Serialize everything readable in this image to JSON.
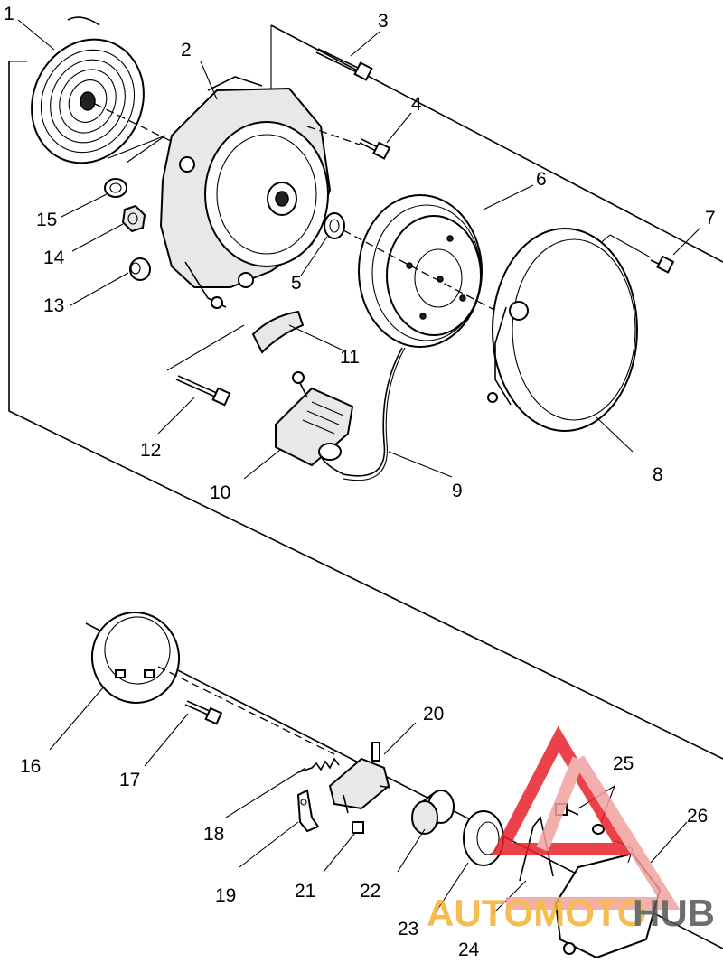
{
  "callouts": [
    {
      "id": "p1",
      "label": "1"
    },
    {
      "id": "p2",
      "label": "2"
    },
    {
      "id": "p3",
      "label": "3"
    },
    {
      "id": "p4",
      "label": "4"
    },
    {
      "id": "p5",
      "label": "5"
    },
    {
      "id": "p6",
      "label": "6"
    },
    {
      "id": "p7",
      "label": "7"
    },
    {
      "id": "p8",
      "label": "8"
    },
    {
      "id": "p9",
      "label": "9"
    },
    {
      "id": "p10",
      "label": "10"
    },
    {
      "id": "p11",
      "label": "11"
    },
    {
      "id": "p12",
      "label": "12"
    },
    {
      "id": "p13",
      "label": "13"
    },
    {
      "id": "p14",
      "label": "14"
    },
    {
      "id": "p15",
      "label": "15"
    },
    {
      "id": "p16",
      "label": "16"
    },
    {
      "id": "p17",
      "label": "17"
    },
    {
      "id": "p18",
      "label": "18"
    },
    {
      "id": "p19",
      "label": "19"
    },
    {
      "id": "p20",
      "label": "20"
    },
    {
      "id": "p21",
      "label": "21"
    },
    {
      "id": "p22",
      "label": "22"
    },
    {
      "id": "p23",
      "label": "23"
    },
    {
      "id": "p24",
      "label": "24"
    },
    {
      "id": "p25",
      "label": "25"
    },
    {
      "id": "p26",
      "label": "26"
    }
  ],
  "watermark": {
    "text_part1": "AUTOMOTO",
    "text_part2": "HUB",
    "color_primary": "#e8212b",
    "color_secondary": "#f2a0a0",
    "color_text1": "#f4b233",
    "color_text2": "#555555"
  }
}
